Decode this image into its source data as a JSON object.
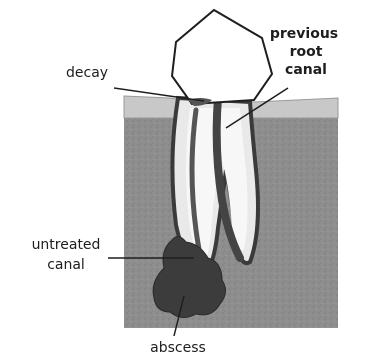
{
  "labels": {
    "decay": "decay",
    "previous_root_canal": [
      "previous",
      "root",
      "canal"
    ],
    "untreated_canal": [
      "untreated",
      "canal"
    ],
    "abscess": "abscess"
  },
  "colors": {
    "gum": "#bdbdbd",
    "bone": "#8c8c8c",
    "enamel": "#ffffff",
    "root_outline": "#3a3a3a",
    "abscess": "#3c3c3c",
    "text": "#1e1e1e"
  }
}
